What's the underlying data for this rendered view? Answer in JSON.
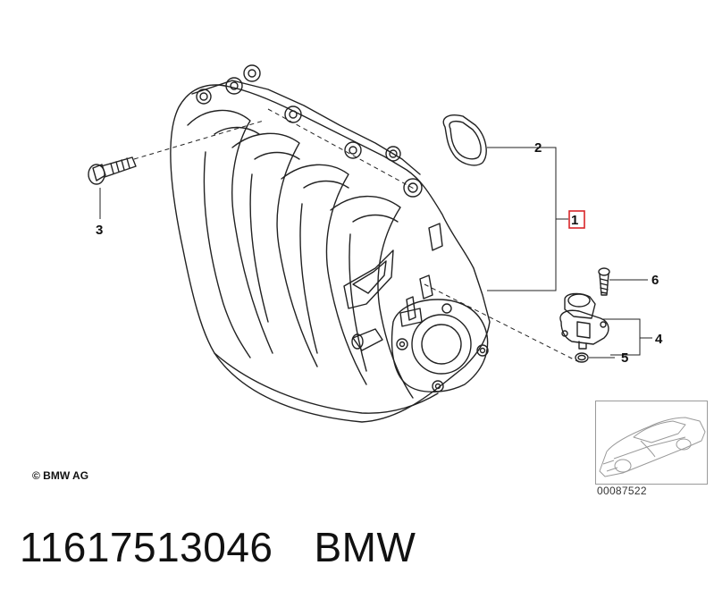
{
  "diagram": {
    "callouts": {
      "c1": "1",
      "c2": "2",
      "c3": "3",
      "c4": "4",
      "c5": "5",
      "c6": "6"
    },
    "highlight_color": "#d9262a",
    "line_color": "#222222",
    "copyright": "© BMW AG",
    "thumbnail_code": "00087522"
  },
  "footer": {
    "part_number": "11617513046",
    "brand": "BMW"
  }
}
